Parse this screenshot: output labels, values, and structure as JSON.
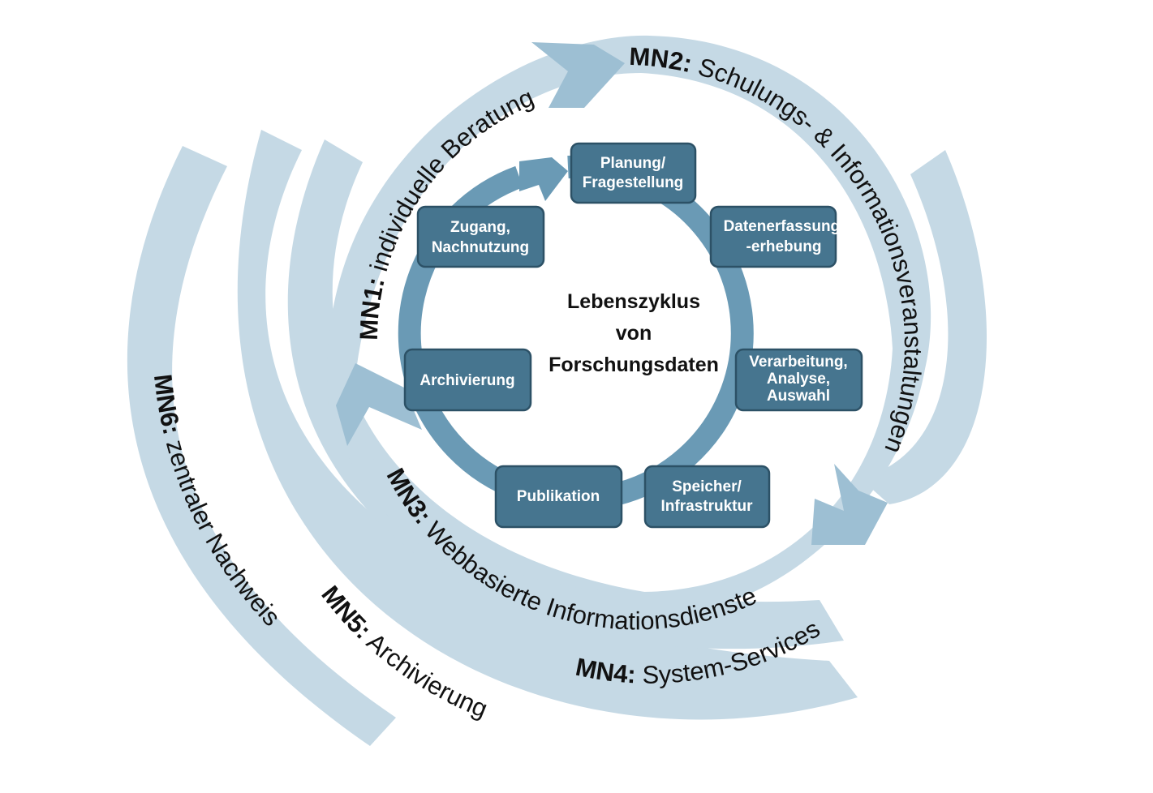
{
  "center_title": [
    "Lebenszyklus",
    "von",
    "Forschungsdaten"
  ],
  "lifecycle": [
    {
      "id": "planung",
      "lines": [
        "Planung/",
        "Fragestellung"
      ]
    },
    {
      "id": "datenerfassung",
      "lines": [
        "Datenerfassung/",
        "-erhebung"
      ]
    },
    {
      "id": "verarbeitung",
      "lines": [
        "Verarbeitung,",
        "Analyse,",
        "Auswahl"
      ]
    },
    {
      "id": "speicher",
      "lines": [
        "Speicher/",
        "Infrastruktur"
      ]
    },
    {
      "id": "publikation",
      "lines": [
        "Publikation"
      ]
    },
    {
      "id": "archivierung",
      "lines": [
        "Archivierung"
      ]
    },
    {
      "id": "zugang",
      "lines": [
        "Zugang,",
        "Nachnutzung"
      ]
    }
  ],
  "measures": [
    {
      "id": "mn1",
      "key": "MN1:",
      "label": " individuelle Beratung"
    },
    {
      "id": "mn2",
      "key": "MN2:",
      "label": " Schulungs- & Informationsveranstaltungen"
    },
    {
      "id": "mn3",
      "key": "MN3:",
      "label": " Webbasierte Informationsdienste"
    },
    {
      "id": "mn4",
      "key": "MN4:",
      "label": " System-Services"
    },
    {
      "id": "mn5",
      "key": "MN5:",
      "label": " Archivierung"
    },
    {
      "id": "mn6",
      "key": "MN6:",
      "label": " zentraler Nachweis"
    }
  ],
  "colors": {
    "band": "#c5d9e5",
    "chevron": "#9dbfd3",
    "ring": "#6a9ab5",
    "box_fill": "#46758f",
    "box_stroke": "#2c5166"
  }
}
